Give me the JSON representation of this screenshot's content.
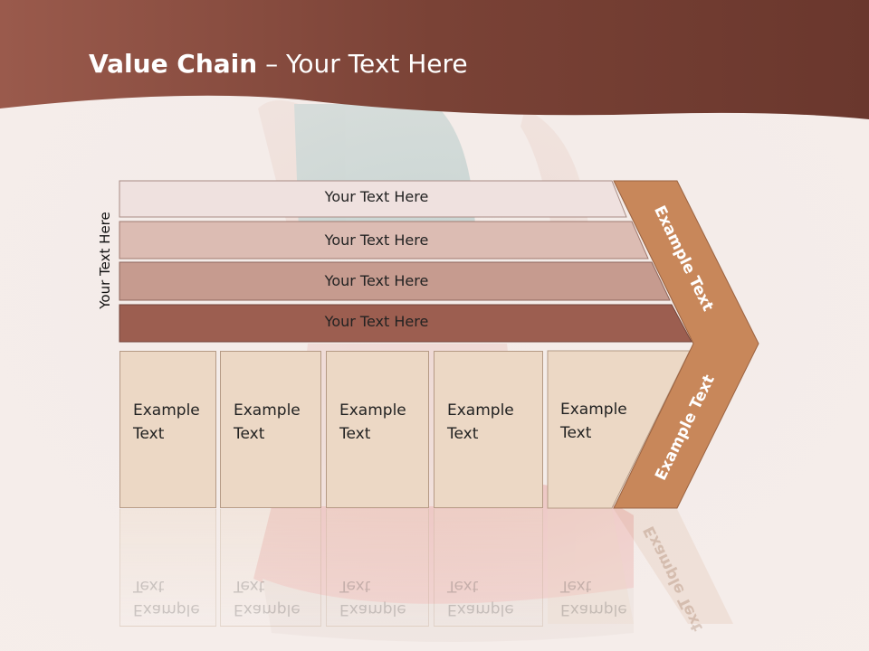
{
  "title": {
    "bold": "Value Chain",
    "rest": " – Your Text Here"
  },
  "side_label": "Your Text Here",
  "bars": [
    {
      "label": "Your Text Here",
      "color": "#efe1df"
    },
    {
      "label": "Your Text Here",
      "color": "#dcbcb3"
    },
    {
      "label": "Your Text Here",
      "color": "#c69b8f"
    },
    {
      "label": "Your Text Here",
      "color": "#9c5e50"
    }
  ],
  "boxes": [
    {
      "line1": "Example",
      "line2": "Text"
    },
    {
      "line1": "Example",
      "line2": "Text"
    },
    {
      "line1": "Example",
      "line2": "Text"
    },
    {
      "line1": "Example",
      "line2": "Text"
    },
    {
      "line1": "Example",
      "line2": "Text"
    }
  ],
  "chevron": {
    "top_label": "Example Text",
    "bottom_label": "Example Text",
    "color": "#c8875a"
  },
  "colors": {
    "header": "#7d463a",
    "box_fill": "#ecd8c5"
  }
}
